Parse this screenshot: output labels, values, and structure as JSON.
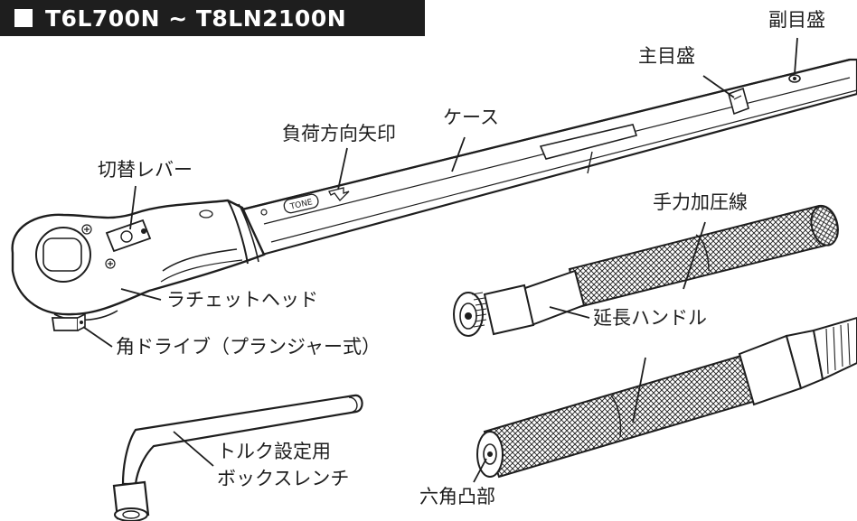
{
  "title": "T6L700N ~ T8LN2100N",
  "brand_mark": "TONE",
  "labels": {
    "sub_scale": "副目盛",
    "main_scale": "主目盛",
    "case": "ケース",
    "load_direction_arrow": "負荷方向矢印",
    "switch_lever": "切替レバー",
    "hand_pressure_line": "手力加圧線",
    "ratchet_head": "ラチェットヘッド",
    "extension_handle": "延長ハンドル",
    "square_drive": "角ドライブ（プランジャー式）",
    "torque_wrench_line1": "トルク設定用",
    "torque_wrench_line2": "ボックスレンチ",
    "hex_boss": "六角凸部"
  },
  "colors": {
    "title_bg": "#1e1e1e",
    "title_fg": "#ffffff",
    "line": "#1e1e1e"
  }
}
